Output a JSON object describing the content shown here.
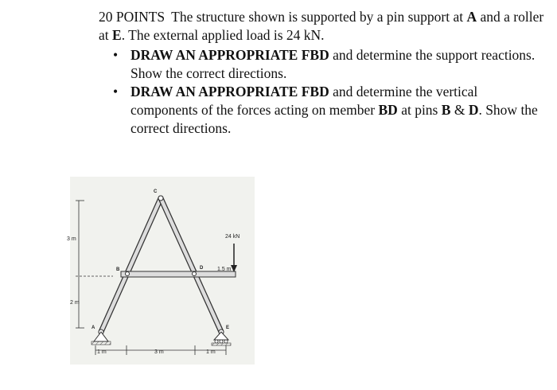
{
  "problem": {
    "points": "20 POINTS",
    "statement": {
      "s1": "The structure shown is supported by a pin support at ",
      "A": "A",
      "s2": " and a roller at ",
      "E": "E",
      "s3": ". The external applied load is 24 kN."
    },
    "bullets": [
      {
        "bold": "DRAW AN APPROPRIATE FBD",
        "rest": " and determine the support reactions. Show the correct directions."
      },
      {
        "bold": "DRAW AN APPROPRIATE FBD",
        "rest": " and determine the vertical components of the forces acting on member ",
        "BD": "BD",
        "at": " at pins ",
        "B": "B",
        "amp": " & ",
        "D": "D",
        "end": ". Show the correct directions."
      }
    ],
    "bullet_symbol": "•"
  },
  "figure": {
    "dims": {
      "h1": "3 m",
      "h2": "2 m",
      "b1": "1 m",
      "b2": "3 m",
      "b3": "1 m",
      "d": "1.5 m"
    },
    "load": "24 kN",
    "labels": {
      "A": "A",
      "B": "B",
      "C": "C",
      "D": "D",
      "E": "E"
    }
  }
}
